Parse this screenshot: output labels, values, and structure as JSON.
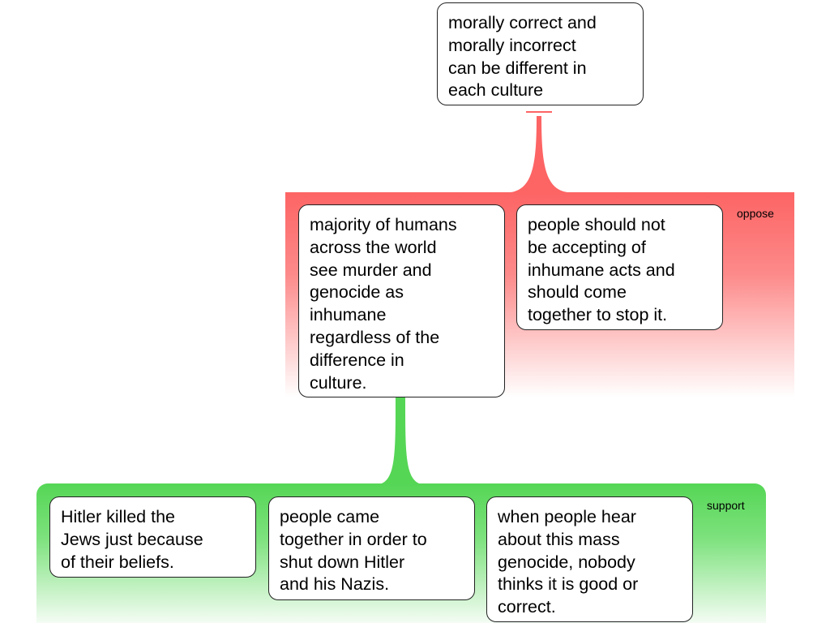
{
  "claim": {
    "text": "morally correct and\nmorally incorrect\ncan be different in\neach culture"
  },
  "oppose_group": {
    "label": "oppose",
    "color": "#fd6464",
    "reasons": [
      {
        "text": "majority of humans\nacross the world\nsee murder and\ngenocide as\ninhumane\nregardless of the\ndifference in\nculture."
      },
      {
        "text": "people should not\nbe accepting of\ninhumane acts and\nshould come\ntogether to stop it."
      }
    ]
  },
  "support_group": {
    "label": "support",
    "color": "#55d655",
    "reasons": [
      {
        "text": "Hitler killed the\nJews just because\nof their beliefs."
      },
      {
        "text": "people came\ntogether in order to\nshut down Hitler\nand his Nazis."
      },
      {
        "text": "when people hear\nabout this mass\ngenocide, nobody\nthinks it is good or\ncorrect."
      }
    ]
  }
}
